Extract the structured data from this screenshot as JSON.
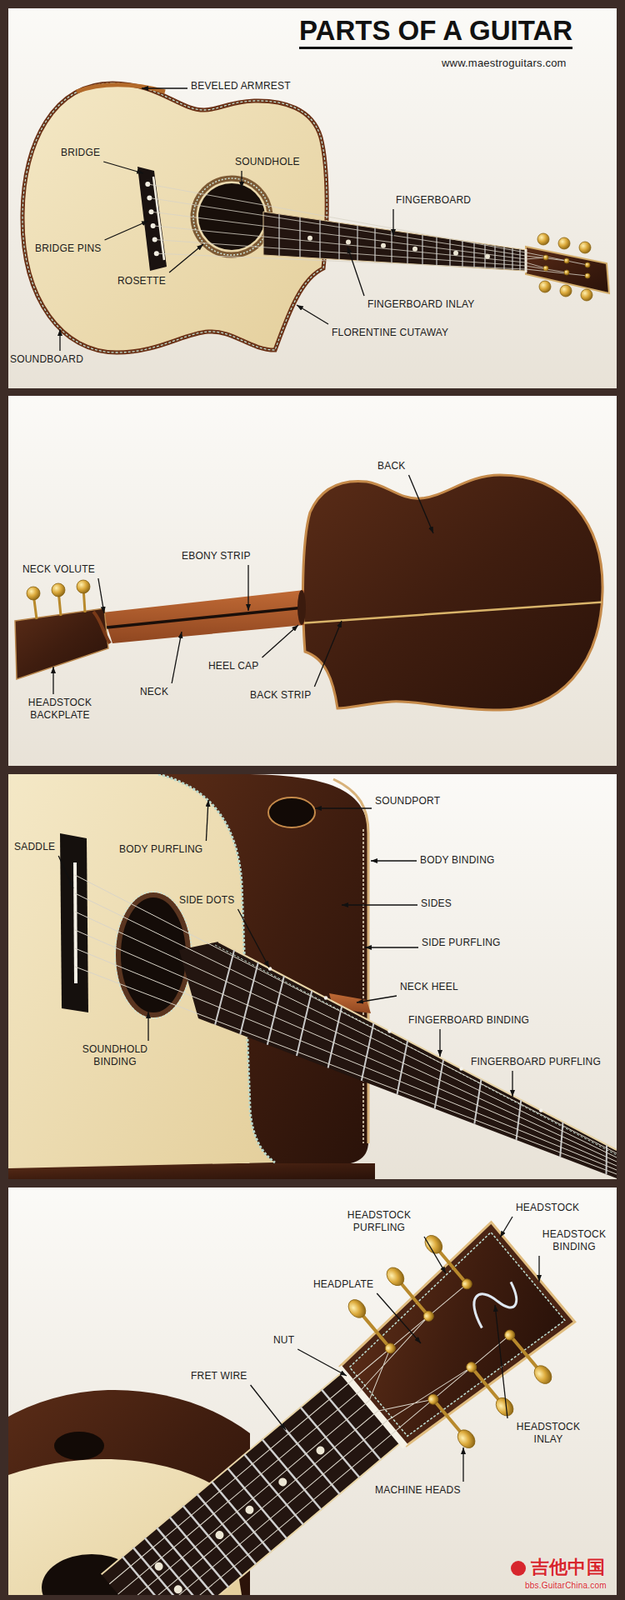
{
  "diagram": {
    "title": "PARTS OF A GUITAR",
    "labels": [
      "www.maestroguitars.com",
      "BEVELED ARMREST",
      "BRIDGE",
      "SOUNDHOLE",
      "FINGERBOARD",
      "BRIDGE PINS",
      "ROSETTE",
      "FINGERBOARD INLAY",
      "SOUNDBOARD",
      "FLORENTINE CUTAWAY",
      "BACK",
      "NECK VOLUTE",
      "EBONY STRIP",
      "HEADSTOCK BACKPLATE",
      "NECK",
      "HEEL CAP",
      "BACK STRIP",
      "SOUNDPORT",
      "SADDLE",
      "BODY PURFLING",
      "BODY BINDING",
      "SIDE DOTS",
      "SIDES",
      "SIDE PURFLING",
      "NECK HEEL",
      "FINGERBOARD BINDING",
      "SOUNDHOLD BINDING",
      "FINGERBOARD PURFLING",
      "HEADSTOCK",
      "HEADSTOCK PURFLING",
      "HEADSTOCK BINDING",
      "HEADPLATE",
      "NUT",
      "FRET WIRE",
      "HEADSTOCK INLAY",
      "MACHINE HEADS",
      "吉他中国",
      "bbs.GuitarChina.com"
    ]
  }
}
